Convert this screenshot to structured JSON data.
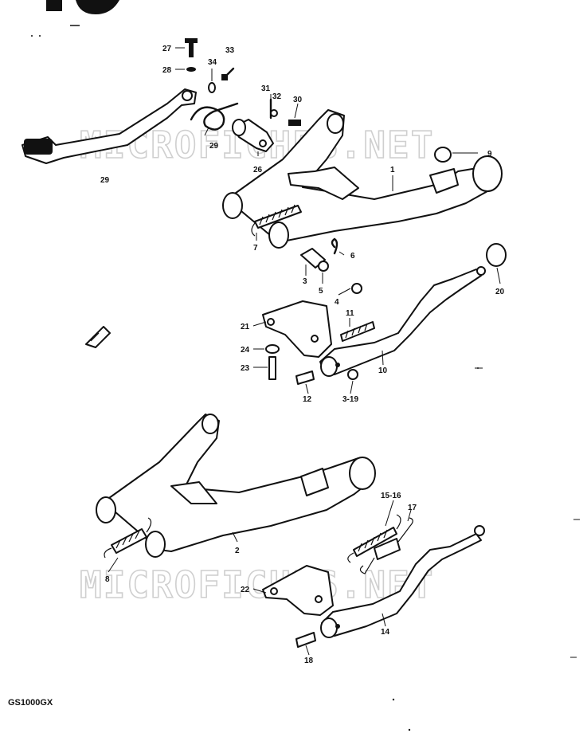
{
  "model_code": "GS1000GX",
  "watermark": "MICROFICHES.NET",
  "callouts": {
    "p27": "27",
    "p28": "28",
    "p34": "34",
    "p33": "33",
    "p31": "31",
    "p32": "32",
    "p30": "30",
    "p29a": "29",
    "p29b": "29",
    "p26": "26",
    "p9": "9",
    "p1": "1",
    "p7": "7",
    "p6": "6",
    "p3": "3",
    "p5": "5",
    "p4": "4",
    "p20": "20",
    "p21": "21",
    "p11": "11",
    "p24": "24",
    "p23": "23",
    "p10": "10",
    "p12": "12",
    "p319": "3-19",
    "p2": "2",
    "p8": "8",
    "p1516": "15-16",
    "p17": "17",
    "p22": "22",
    "p14": "14",
    "p18": "18"
  }
}
